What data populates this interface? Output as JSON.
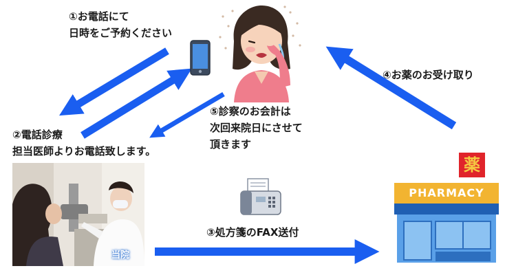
{
  "steps": {
    "step1": {
      "line1": "①お電話にて",
      "line2": "日時をご予約ください"
    },
    "step2": {
      "line1": "②電話診療",
      "line2": "担当医師よりお電話致します。"
    },
    "step3": {
      "line1": "③処方箋のFAX送付"
    },
    "step4": {
      "line1": "④お薬のお受け取り"
    },
    "step5": {
      "line1": "⑤診察のお会計は",
      "line2": "次回来院日にさせて",
      "line3": "頂きます"
    }
  },
  "clinic_photo": {
    "label": "当院"
  },
  "pharmacy": {
    "sign": "PHARMACY",
    "kanji_sign": "薬"
  },
  "colors": {
    "arrow": "#1a5ef0",
    "pharmacy_roof": "#f2b431",
    "pharmacy_wall": "#5aa0e8",
    "sign_red": "#e0242b"
  },
  "icons": [
    "patient-illustration",
    "smartphone-icon",
    "fax-icon",
    "pharmacy-building-icon",
    "clinic-photo"
  ]
}
